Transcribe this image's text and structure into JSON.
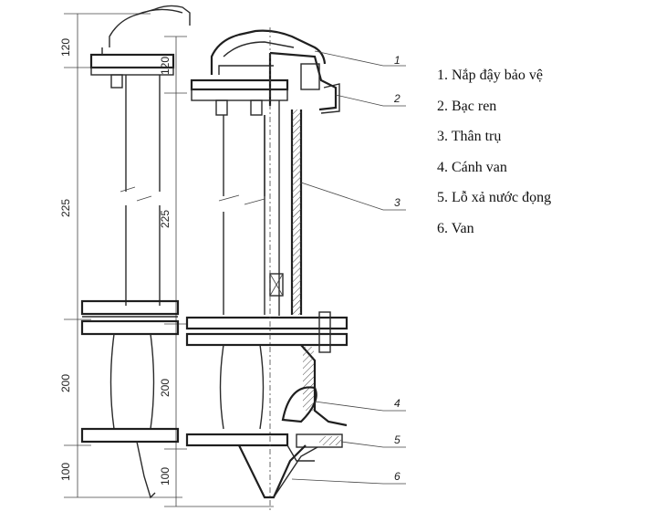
{
  "legend": [
    "1. Nắp đậy bảo vệ",
    "2. Bạc ren",
    "3. Thân trụ",
    "4. Cánh van",
    "5. Lỗ xả nước đọng",
    "6. Van"
  ],
  "callouts": [
    "1",
    "2",
    "3",
    "4",
    "5",
    "6"
  ],
  "dimensions_left": [
    "120",
    "225",
    "200",
    "100"
  ],
  "dimensions_right": [
    "120",
    "225",
    "200",
    "100"
  ],
  "colors": {
    "line": "#2a2a2a",
    "background": "#ffffff",
    "text": "#111111"
  }
}
